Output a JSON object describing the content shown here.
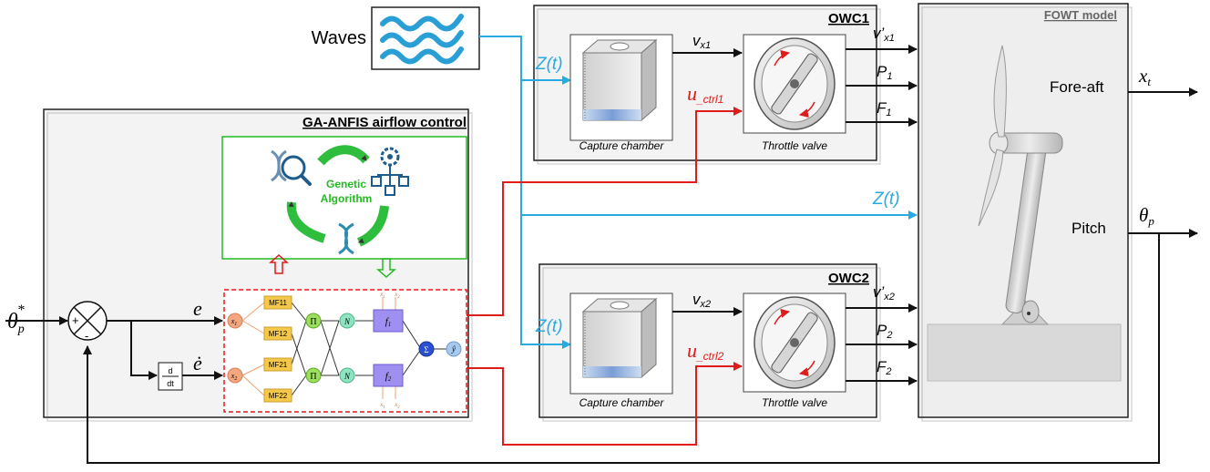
{
  "colors": {
    "black": "#111111",
    "blue": "#29abe2",
    "red": "#e01b1b",
    "green": "#22bb22",
    "box_gray": "#f3f3f3",
    "fowt_gray": "#eeeeee"
  },
  "waves": {
    "label": "Waves",
    "icon": "waves-icon"
  },
  "owc1": {
    "title": "OWC1",
    "input": "Z(t)",
    "chamber": "Capture chamber",
    "valve": "Throttle valve",
    "flow": "v",
    "flow_sub": "x1",
    "ctrl": "u",
    "ctrl_sub": "_ctrl1",
    "out_v": "v’",
    "out_v_sub": "x1",
    "out_p": "P",
    "out_p_sub": "1",
    "out_f": "F",
    "out_f_sub": "1"
  },
  "owc2": {
    "title": "OWC2",
    "input": "Z(t)",
    "chamber": "Capture chamber",
    "valve": "Throttle valve",
    "flow": "v",
    "flow_sub": "x2",
    "ctrl": "u",
    "ctrl_sub": "_ctrl2",
    "out_v": "v’",
    "out_v_sub": "x2",
    "out_p": "P",
    "out_p_sub": "2",
    "out_f": "F",
    "out_f_sub": "2"
  },
  "fowt": {
    "title": "FOWT model",
    "z_label": "Z(t)",
    "fore_aft": "Fore-aft",
    "pitch": "Pitch",
    "x_out": "x",
    "x_out_sub": "t",
    "theta_out": "θ",
    "theta_out_sub": "p"
  },
  "controller": {
    "title": "GA-ANFIS airflow control",
    "ga_line1": "Genetic",
    "ga_line2": "Algorithm",
    "theta_ref": "θ",
    "theta_ref_sub": "p",
    "theta_ref_sup": "*",
    "plus": "+",
    "minus": "-",
    "e": "e",
    "e_dot": "ė",
    "deriv_num": "d",
    "deriv_den": "dt"
  },
  "anfis": {
    "x1": "x",
    "x1_sub": "1",
    "x2": "x",
    "x2_sub": "2",
    "mfs": [
      "MF11",
      "MF12",
      "MF21",
      "MF22"
    ],
    "pi": "Π",
    "norm": "N",
    "f1": "f",
    "f1_sub": "1",
    "f2": "f",
    "f2_sub": "2",
    "sum": "Σ",
    "yhat": "ŷ"
  }
}
